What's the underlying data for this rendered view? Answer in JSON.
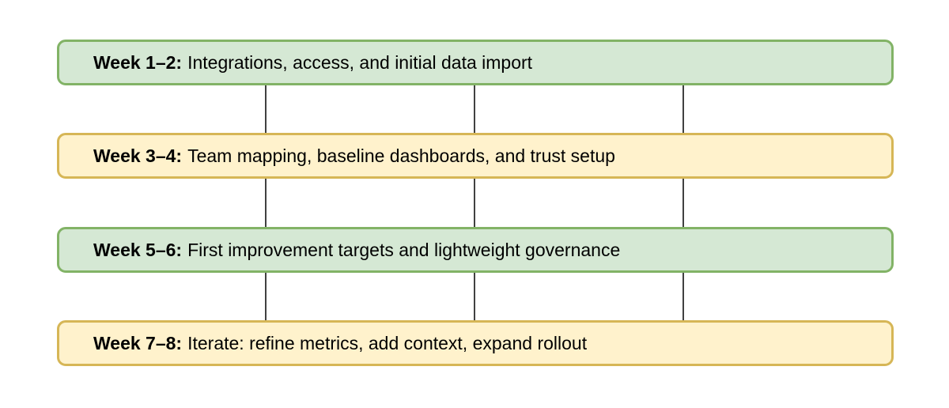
{
  "diagram": {
    "background": "#ffffff",
    "text_color": "#000000",
    "connector_color": "#404040",
    "palette": {
      "green": {
        "fill": "#d5e8d4",
        "border": "#82b366"
      },
      "yellow": {
        "fill": "#fff2cc",
        "border": "#d6b656"
      }
    },
    "rows": [
      {
        "label": "Week 1–2:",
        "text": "Integrations, access, and initial data import",
        "style": "green"
      },
      {
        "label": "Week 3–4:",
        "text": "Team mapping, baseline dashboards, and trust setup",
        "style": "yellow"
      },
      {
        "label": "Week 5–6:",
        "text": "First improvement targets and lightweight governance",
        "style": "green"
      },
      {
        "label": "Week 7–8:",
        "text": "Iterate: refine metrics, add context, expand rollout",
        "style": "yellow"
      }
    ]
  }
}
